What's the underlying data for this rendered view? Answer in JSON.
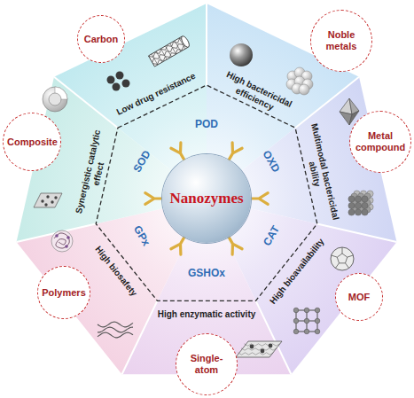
{
  "diagram": {
    "nodes": [
      {
        "text": [
          "Carbon"
        ]
      },
      {
        "text": [
          "Noble metals"
        ]
      },
      {
        "text": [
          "Metal compound"
        ]
      },
      {
        "text": [
          "MOF"
        ]
      },
      {
        "text": [
          "Single-atom"
        ]
      },
      {
        "text": [
          "Polymers"
        ]
      },
      {
        "text": [
          "Composite"
        ]
      },
      {
        "text": [
          "Nanozymes"
        ]
      }
    ],
    "labels": [
      "Low drug resistance",
      "High bactericidal efficiency",
      "Multimodal bactericidal ability",
      "High bioavailability",
      "High enzymatic activity",
      "High biosafety",
      "Synergistic catalytic effect",
      "POD",
      "OXD",
      "CAT",
      "GSHOx",
      "GPx",
      "SOD"
    ]
  }
}
